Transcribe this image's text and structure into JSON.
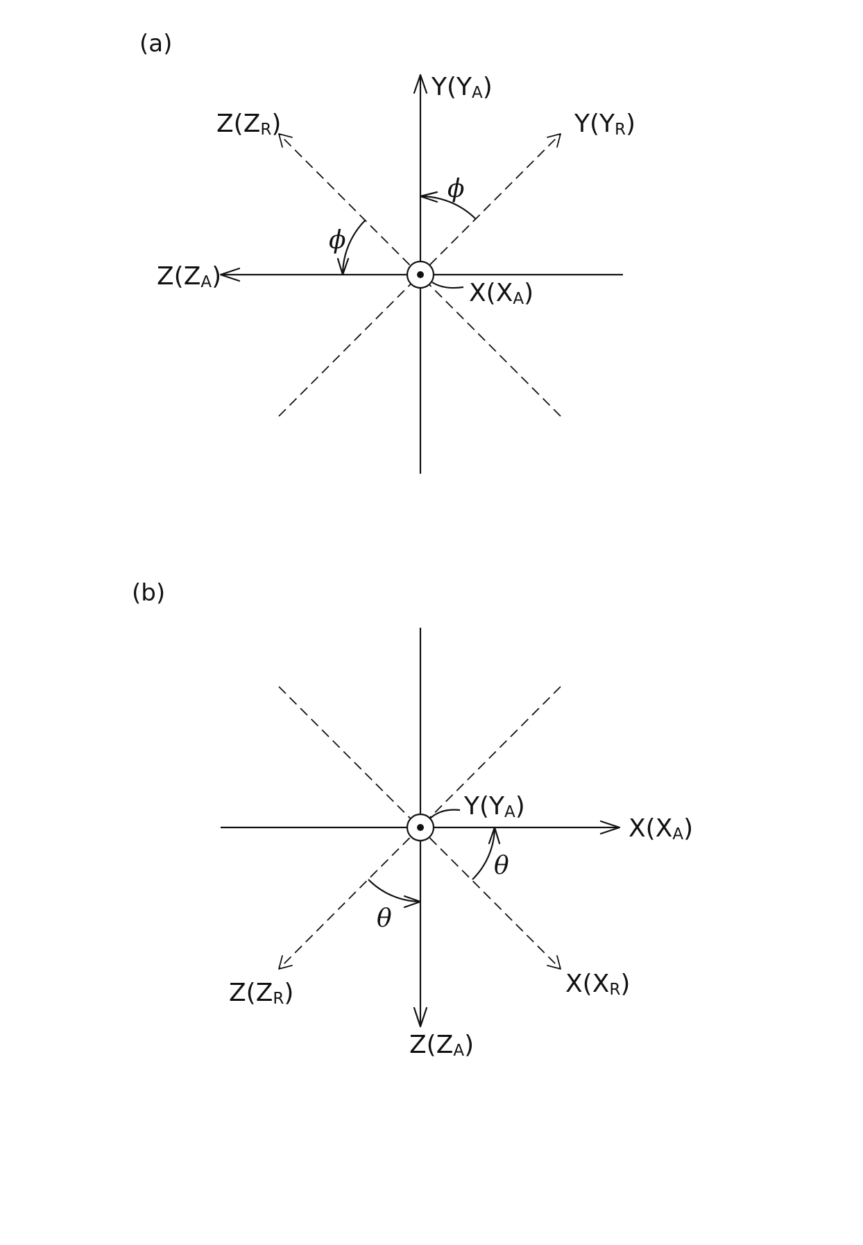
{
  "panel_a": {
    "panel_label": "(a)",
    "y_absolute": {
      "main": "Y(Y",
      "sub": "A",
      "close": ")"
    },
    "y_rotated": {
      "main": "Y(Y",
      "sub": "R",
      "close": ")"
    },
    "z_rotated": {
      "main": "Z(Z",
      "sub": "R",
      "close": ")"
    },
    "z_absolute": {
      "main": "Z(Z",
      "sub": "A",
      "close": ")"
    },
    "x_absolute": {
      "main": "X(X",
      "sub": "A",
      "close": ")"
    },
    "angle_upper": "ϕ",
    "angle_left": "ϕ"
  },
  "panel_b": {
    "panel_label": "(b)",
    "y_absolute": {
      "main": "Y(Y",
      "sub": "A",
      "close": ")"
    },
    "x_absolute": {
      "main": "X(X",
      "sub": "A",
      "close": ")"
    },
    "x_rotated": {
      "main": "X(X",
      "sub": "R",
      "close": ")"
    },
    "z_rotated": {
      "main": "Z(Z",
      "sub": "R",
      "close": ")"
    },
    "z_absolute": {
      "main": "Z(Z",
      "sub": "A",
      "close": ")"
    },
    "angle_right": "θ",
    "angle_lower": "θ"
  }
}
